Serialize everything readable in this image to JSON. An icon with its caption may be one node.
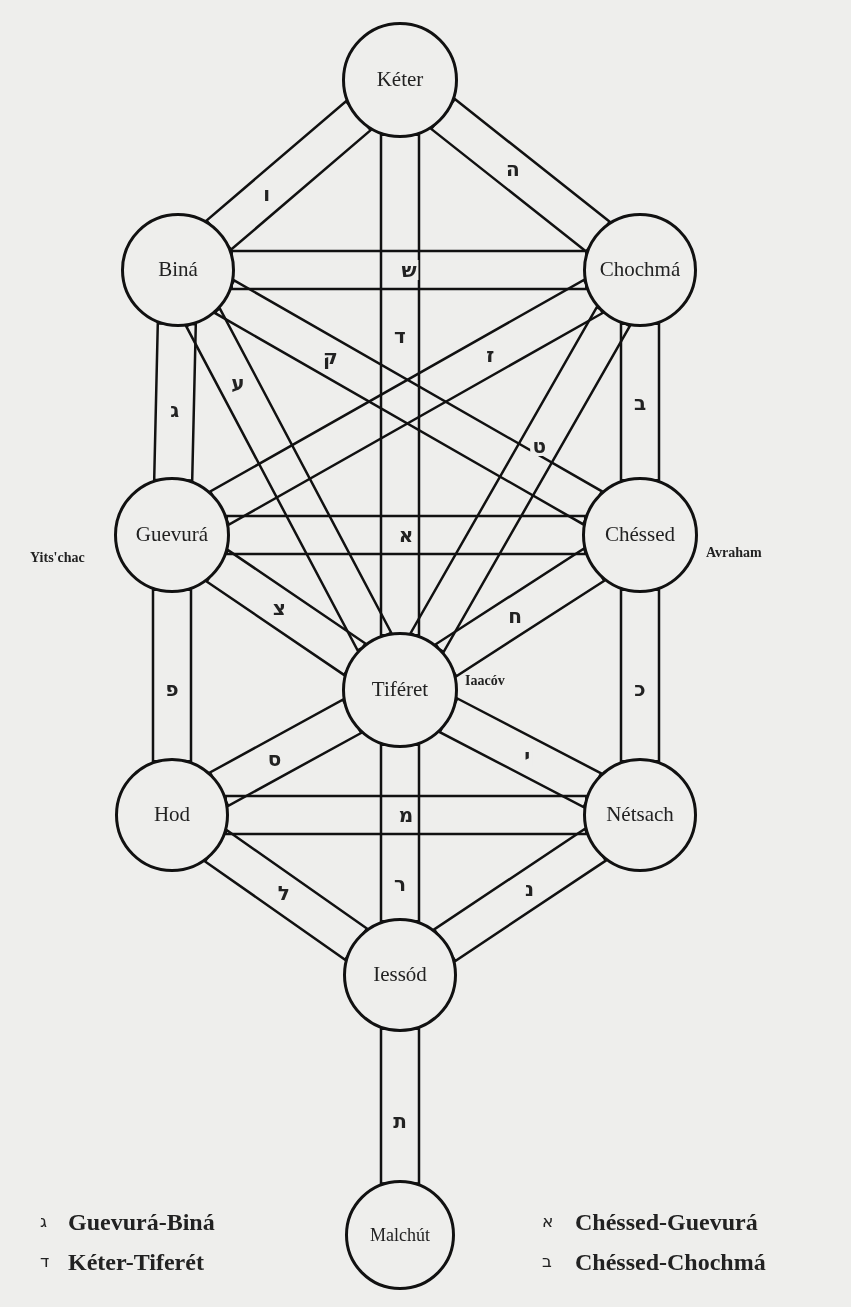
{
  "diagram": {
    "nodes": [
      {
        "text": [
          "Kéter"
        ]
      },
      {
        "text": [
          "Biná"
        ]
      },
      {
        "text": [
          "Chochmá"
        ]
      },
      {
        "text": [
          "Guevurá"
        ],
        "beside": [
          "Yits'chac"
        ]
      },
      {
        "text": [
          "Chéssed"
        ],
        "beside": [
          "Avraham"
        ]
      },
      {
        "text": [
          "Tiféret"
        ],
        "beside": [
          "Iaacóv"
        ]
      },
      {
        "text": [
          "Hod"
        ]
      },
      {
        "text": [
          "Nétsach"
        ]
      },
      {
        "text": [
          "Iessód"
        ]
      },
      {
        "text": [
          "Malchút"
        ]
      }
    ],
    "edges": [
      {
        "from": 0,
        "to": 1,
        "arrow": "none",
        "label": "ו"
      },
      {
        "from": 0,
        "to": 2,
        "arrow": "none",
        "label": "ה"
      },
      {
        "from": 0,
        "to": 5,
        "arrow": "none",
        "label": "ד"
      },
      {
        "from": 1,
        "to": 2,
        "arrow": "none",
        "label": "ש"
      },
      {
        "from": 1,
        "to": 3,
        "arrow": "none",
        "label": "ג"
      },
      {
        "from": 1,
        "to": 4,
        "arrow": "none",
        "label": "ק"
      },
      {
        "from": 1,
        "to": 5,
        "arrow": "none",
        "label": "ע"
      },
      {
        "from": 2,
        "to": 3,
        "arrow": "none",
        "label": "ז"
      },
      {
        "from": 2,
        "to": 5,
        "arrow": "none",
        "label": "ט"
      },
      {
        "from": 2,
        "to": 4,
        "arrow": "none",
        "label": "ב"
      },
      {
        "from": 3,
        "to": 4,
        "arrow": "none",
        "label": "א"
      },
      {
        "from": 3,
        "to": 5,
        "arrow": "none",
        "label": "צ"
      },
      {
        "from": 4,
        "to": 5,
        "arrow": "none",
        "label": "ח"
      },
      {
        "from": 3,
        "to": 6,
        "arrow": "none",
        "label": "פ"
      },
      {
        "from": 4,
        "to": 7,
        "arrow": "none",
        "label": "כ"
      },
      {
        "from": 5,
        "to": 6,
        "arrow": "none",
        "label": "ס"
      },
      {
        "from": 5,
        "to": 7,
        "arrow": "none",
        "label": "י"
      },
      {
        "from": 6,
        "to": 7,
        "arrow": "none",
        "label": "מ"
      },
      {
        "from": 5,
        "to": 8,
        "arrow": "none",
        "label": "ר"
      },
      {
        "from": 6,
        "to": 8,
        "arrow": "none",
        "label": "ל"
      },
      {
        "from": 7,
        "to": 8,
        "arrow": "none",
        "label": "נ"
      },
      {
        "from": 8,
        "to": 9,
        "arrow": "none",
        "label": "ת"
      }
    ],
    "labels": [
      "ג",
      "Guevurá-Biná",
      "א",
      "Chéssed-Guevurá",
      "ד",
      "Kéter-Tiferét",
      "ב",
      "Chéssed-Chochmá"
    ]
  }
}
